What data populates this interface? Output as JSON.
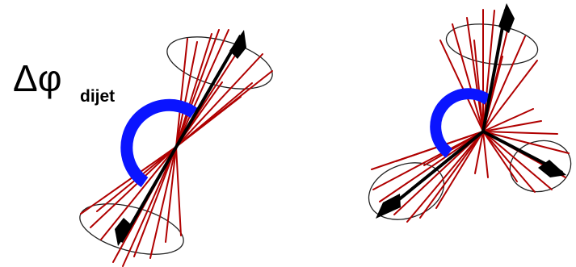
{
  "label": {
    "symbol": "Δφ",
    "subscript": "dijet"
  },
  "colors": {
    "particle_lines": "#b00000",
    "jet_axis": "#000000",
    "angle_arc": "#0a14ff",
    "cone_outline": "#222222"
  },
  "diagrams": [
    {
      "name": "back-to-back-dijet",
      "jets": 2
    },
    {
      "name": "three-jet-event",
      "jets": 3
    }
  ]
}
